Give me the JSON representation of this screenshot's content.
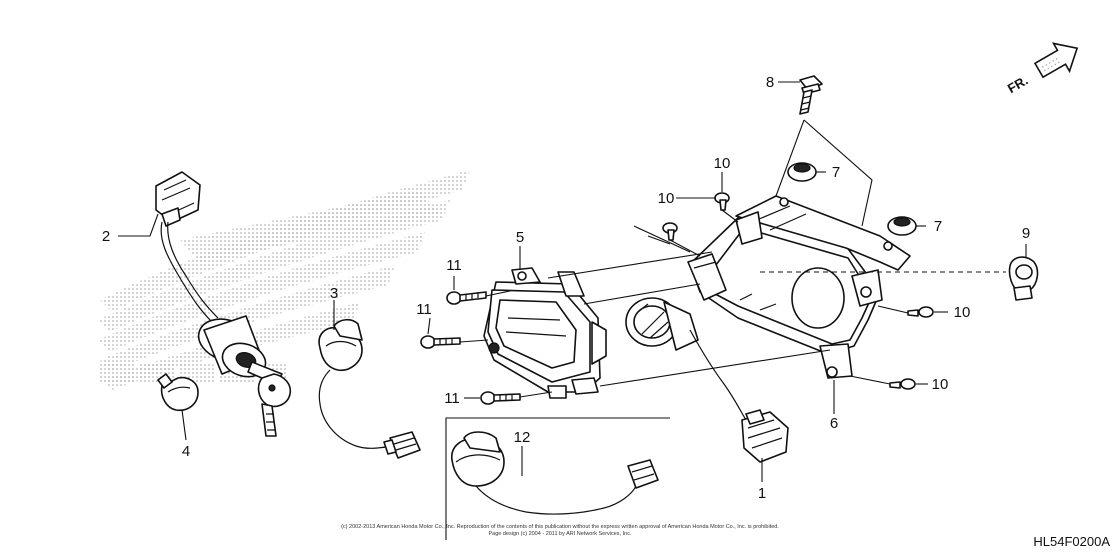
{
  "diagram": {
    "direction_label": "FR.",
    "part_code": "HL54F0200A",
    "copyright_line1": "(c) 2002-2013 American Honda Motor Co., Inc. Reproduction of the contents of this publication without the express written approval of American Honda Motor Co., Inc. is prohibited.",
    "copyright_line2": "Page design (c) 2004 - 2011 by ARI Network Services, Inc.",
    "watermark": "HONDA wing logo",
    "callouts": [
      {
        "id": "c1",
        "label": "1"
      },
      {
        "id": "c2",
        "label": "2"
      },
      {
        "id": "c3",
        "label": "3"
      },
      {
        "id": "c4",
        "label": "4"
      },
      {
        "id": "c5",
        "label": "5"
      },
      {
        "id": "c6",
        "label": "6"
      },
      {
        "id": "c7a",
        "label": "7"
      },
      {
        "id": "c7b",
        "label": "7"
      },
      {
        "id": "c8",
        "label": "8"
      },
      {
        "id": "c9",
        "label": "9"
      },
      {
        "id": "c10a",
        "label": "10"
      },
      {
        "id": "c10b",
        "label": "10"
      },
      {
        "id": "c10c",
        "label": "10"
      },
      {
        "id": "c10d",
        "label": "10"
      },
      {
        "id": "c11a",
        "label": "11"
      },
      {
        "id": "c11b",
        "label": "11"
      },
      {
        "id": "c11c",
        "label": "11"
      },
      {
        "id": "c12",
        "label": "12"
      }
    ]
  }
}
